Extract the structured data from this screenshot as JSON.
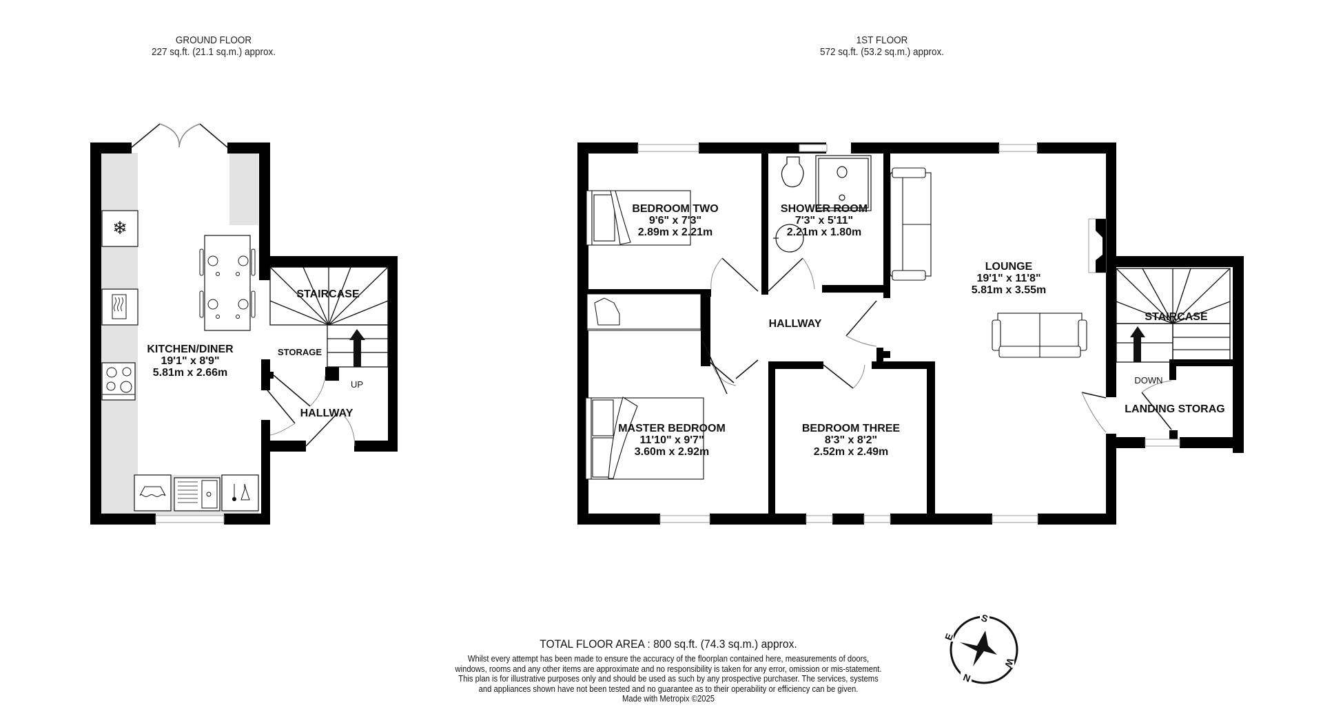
{
  "ground_floor": {
    "title": "GROUND FLOOR",
    "area": "227 sq.ft. (21.1 sq.m.) approx.",
    "rooms": [
      {
        "name": "KITCHEN/DINER",
        "imperial": "19'1\"  x 8'9\"",
        "metric": "5.81m  x 2.66m"
      },
      {
        "name": "STAIRCASE"
      },
      {
        "name": "STORAGE"
      },
      {
        "name": "HALLWAY"
      }
    ],
    "stair_direction": "UP"
  },
  "first_floor": {
    "title": "1ST FLOOR",
    "area": "572 sq.ft. (53.2 sq.m.) approx.",
    "rooms": [
      {
        "name": "BEDROOM TWO",
        "imperial": "9'6\"  x 7'3\"",
        "metric": "2.89m  x 2.21m"
      },
      {
        "name": "SHOWER ROOM",
        "imperial": "7'3\"  x 5'11\"",
        "metric": "2.21m  x 1.80m"
      },
      {
        "name": "LOUNGE",
        "imperial": "19'1\"  x 11'8\"",
        "metric": "5.81m  x 3.55m"
      },
      {
        "name": "HALLWAY"
      },
      {
        "name": "MASTER BEDROOM",
        "imperial": "11'10\"  x 9'7\"",
        "metric": "3.60m  x 2.92m"
      },
      {
        "name": "BEDROOM THREE",
        "imperial": "8'3\"  x 8'2\"",
        "metric": "2.52m  x 2.49m"
      },
      {
        "name": "STAIRCASE"
      },
      {
        "name": "LANDING STORAG"
      }
    ],
    "stair_direction": "DOWN"
  },
  "footer": {
    "total": "TOTAL FLOOR AREA : 800 sq.ft. (74.3 sq.m.) approx.",
    "disclaimer": "Whilst every attempt has been made to ensure the accuracy of the floorplan contained here, measurements of doors, windows, rooms and any other items are approximate and no responsibility is taken for any error, omission or mis-statement. This plan is for illustrative purposes only and should be used as such by any prospective purchaser. The services, systems and appliances shown have not been tested and no guarantee as to their operability or efficiency can be given.",
    "made_with": "Made with Metropix ©2025"
  },
  "compass": {
    "labels": {
      "top": "S",
      "left": "E",
      "right": "W",
      "bottom": "N"
    },
    "icon": "compass-rose-icon"
  },
  "colors": {
    "wall": "#000000",
    "counter": "#e3e3e3",
    "text": "#111111"
  }
}
